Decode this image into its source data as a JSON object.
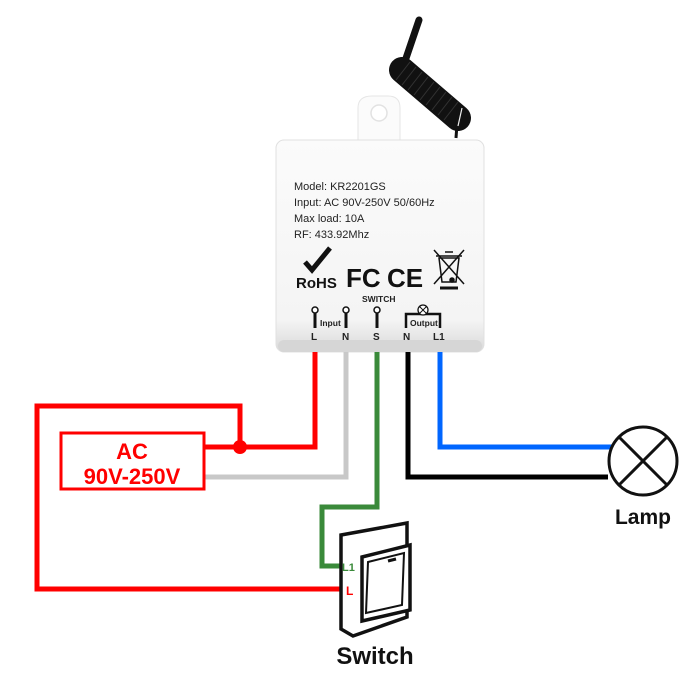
{
  "device": {
    "model": "Model: KR2201GS",
    "input": "Input: AC 90V-250V 50/60Hz",
    "max_load": "Max load: 10A",
    "rf": "RF: 433.92Mhz",
    "certifications": [
      "RoHS",
      "FC",
      "CE",
      "WEEE"
    ],
    "rohs_label": "RoHS",
    "fc_label": "FC",
    "ce_label": "CE",
    "switch_label": "SWITCH",
    "input_group_label": "Input",
    "output_group_label": "Output",
    "terminals": [
      "L",
      "N",
      "S",
      "N",
      "L1"
    ]
  },
  "power_source": {
    "line1": "AC",
    "line2": "90V-250V"
  },
  "switch": {
    "label": "Switch",
    "terminal_l1": "L1",
    "terminal_l": "L"
  },
  "lamp": {
    "label": "Lamp"
  },
  "wires": [
    {
      "name": "input-live",
      "color": "#ff0000",
      "from": "L",
      "to": "AC supply / Switch L"
    },
    {
      "name": "input-neutral",
      "color": "#c8c8c8",
      "from": "N",
      "to": "AC supply"
    },
    {
      "name": "switch-signal",
      "color": "#3a8a3a",
      "from": "S",
      "to": "Switch L1"
    },
    {
      "name": "output-neutral",
      "color": "#000000",
      "from": "N",
      "to": "Lamp"
    },
    {
      "name": "output-live",
      "color": "#0066ff",
      "from": "L1",
      "to": "Lamp"
    }
  ],
  "colors": {
    "live": "#ff0000",
    "neutral_in": "#c8c8c8",
    "signal": "#3a8a3a",
    "neutral_out": "#000000",
    "output_live": "#0066ff"
  }
}
